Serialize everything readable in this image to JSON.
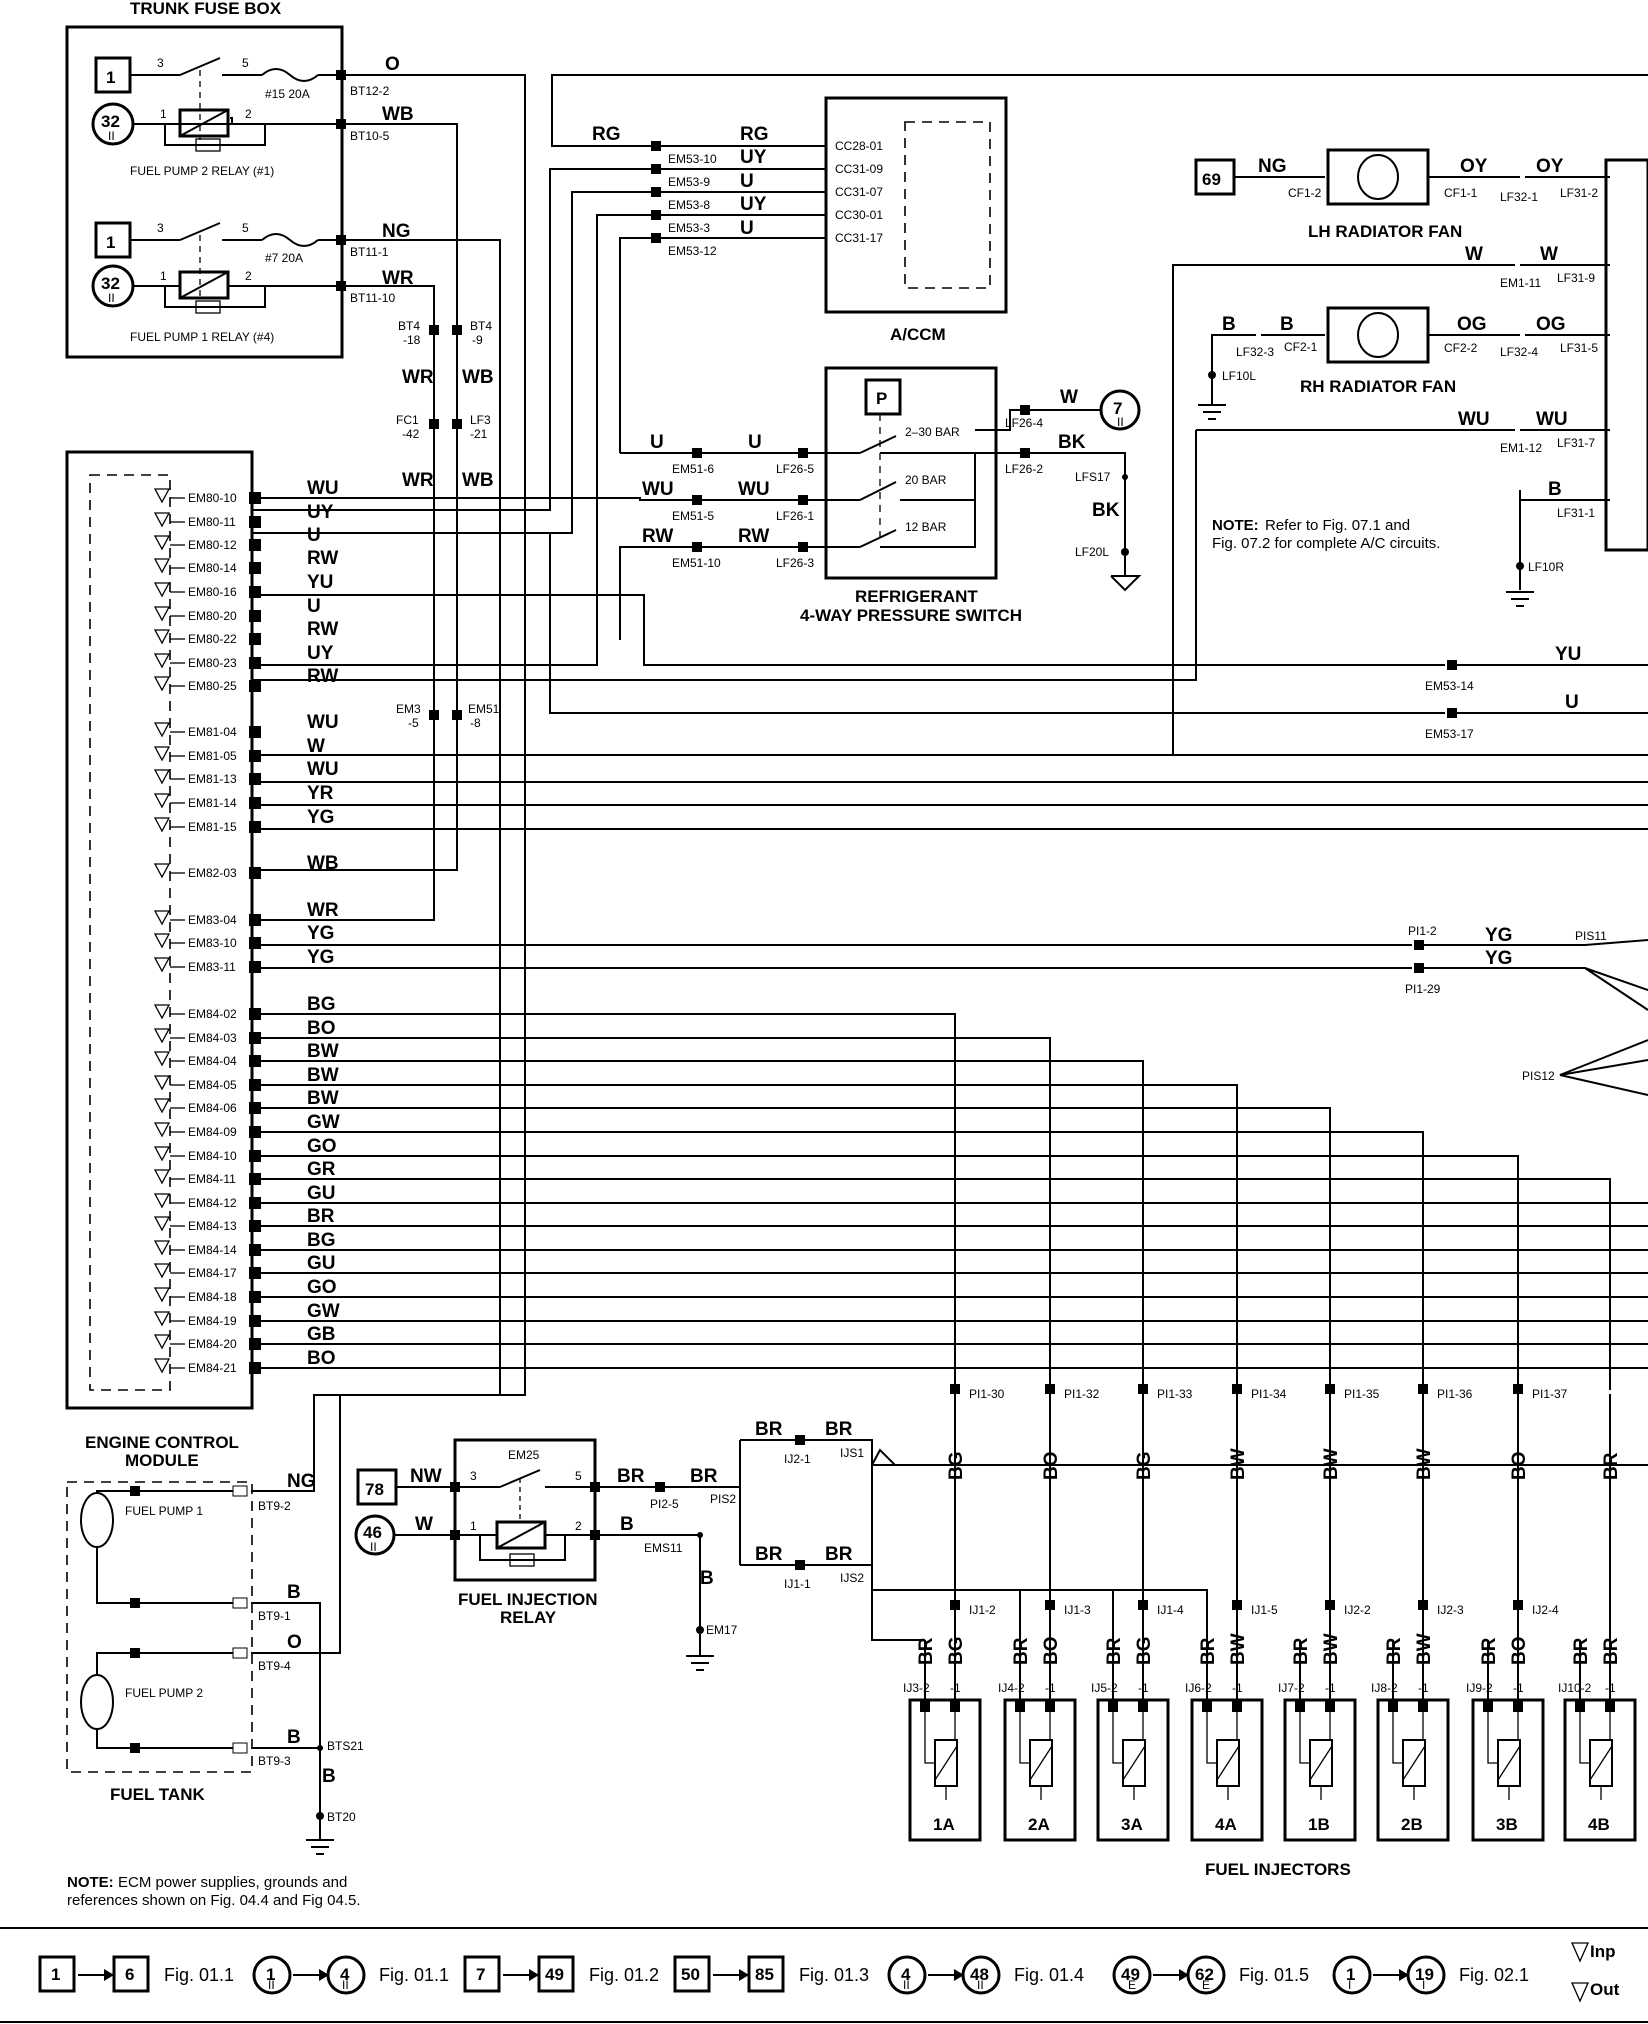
{
  "titles": {
    "trunk_fuse_box": "TRUNK FUSE BOX",
    "fuel_pump2_relay": "FUEL PUMP 2 RELAY (#1)",
    "fuel_pump1_relay": "FUEL PUMP 1 RELAY (#4)",
    "accm": "A/CCM",
    "lh_fan": "LH RADIATOR FAN",
    "rh_fan": "RH RADIATOR FAN",
    "pressure_switch_1": "REFRIGERANT",
    "pressure_switch_2": "4-WAY PRESSURE SWITCH",
    "ecm_1": "ENGINE CONTROL",
    "ecm_2": "MODULE",
    "fuel_injection_relay_1": "FUEL INJECTION",
    "fuel_injection_relay_2": "RELAY",
    "fuel_tank": "FUEL TANK",
    "fuel_injectors": "FUEL INJECTORS",
    "fuel_pump_1": "FUEL PUMP 1",
    "fuel_pump_2": "FUEL PUMP 2"
  },
  "notes": {
    "ac_note_bold": "NOTE:",
    "ac_note_1": "Refer to Fig. 07.1 and",
    "ac_note_2": "Fig. 07.2 for complete A/C circuits.",
    "ecm_note_bold": "NOTE:",
    "ecm_note_1": "ECM power supplies, grounds and",
    "ecm_note_2": "references shown on Fig. 04.4 and Fig 04.5."
  },
  "fuses": {
    "f15": "#15 20A",
    "f7": "#7 20A"
  },
  "ref_boxes": {
    "box1": "1",
    "box69": "69",
    "box78": "78"
  },
  "ref_circles": {
    "c32": "32",
    "c7": "7",
    "c46": "46",
    "sub": "II"
  },
  "pressure_switch": {
    "p_label": "P",
    "s1": "2–30 BAR",
    "s2": "20 BAR",
    "s3": "12 BAR"
  },
  "wire_colors": {
    "O": "O",
    "WB": "WB",
    "NG": "NG",
    "WR": "WR",
    "RG": "RG",
    "UY": "UY",
    "U": "U",
    "OY": "OY",
    "W": "W",
    "B": "B",
    "OG": "OG",
    "WU": "WU",
    "BK": "BK",
    "RW": "RW",
    "YU": "YU",
    "YR": "YR",
    "YG": "YG",
    "BG": "BG",
    "BO": "BO",
    "BW": "BW",
    "GW": "GW",
    "GO": "GO",
    "GR": "GR",
    "GU": "GU",
    "BR": "BR",
    "GB": "GB",
    "NW": "NW"
  },
  "ecm_pins": [
    "EM80-10",
    "EM80-11",
    "EM80-12",
    "EM80-14",
    "EM80-16",
    "EM80-20",
    "EM80-22",
    "EM80-23",
    "EM80-25",
    "EM81-04",
    "EM81-05",
    "EM81-13",
    "EM81-14",
    "EM81-15",
    "EM82-03",
    "EM83-04",
    "EM83-10",
    "EM83-11",
    "EM84-02",
    "EM84-03",
    "EM84-04",
    "EM84-05",
    "EM84-06",
    "EM84-09",
    "EM84-10",
    "EM84-11",
    "EM84-12",
    "EM84-13",
    "EM84-14",
    "EM84-17",
    "EM84-18",
    "EM84-19",
    "EM84-20",
    "EM84-21"
  ],
  "ecm_wire_colors": [
    "WU",
    "UY",
    "U",
    "RW",
    "YU",
    "U",
    "RW",
    "UY",
    "RW",
    "WU",
    "W",
    "WU",
    "YR",
    "YG",
    "WB",
    "WR",
    "YG",
    "YG",
    "BG",
    "BO",
    "BW",
    "BW",
    "BW",
    "GW",
    "GO",
    "GR",
    "GU",
    "BR",
    "BG",
    "GU",
    "GO",
    "GW",
    "GB",
    "BO"
  ],
  "connectors": {
    "BT12-2": "BT12-2",
    "BT10-5": "BT10-5",
    "BT11-1": "BT11-1",
    "BT11-10": "BT11-10",
    "BT4-18": "BT4",
    "BT4-18b": "-18",
    "BT4-9": "BT4",
    "BT4-9b": "-9",
    "FC1": "FC1",
    "FC1b": "-42",
    "LF3": "LF3",
    "LF3b": "-21",
    "EM3": "EM3",
    "EM3b": "-5",
    "EM51": "EM51",
    "EM51b": "-8",
    "EM53-10": "EM53-10",
    "EM53-9": "EM53-9",
    "EM53-8": "EM53-8",
    "EM53-3": "EM53-3",
    "EM53-12": "EM53-12",
    "CC28-01": "CC28-01",
    "CC31-09": "CC31-09",
    "CC31-07": "CC31-07",
    "CC30-01": "CC30-01",
    "CC31-17": "CC31-17",
    "EM51-6": "EM51-6",
    "EM51-5": "EM51-5",
    "EM51-10": "EM51-10",
    "LF26-5": "LF26-5",
    "LF26-1": "LF26-1",
    "LF26-3": "LF26-3",
    "LF26-4": "LF26-4",
    "LF26-2": "LF26-2",
    "LFS17": "LFS17",
    "LF20L": "LF20L",
    "LF10L": "LF10L",
    "LF10R": "LF10R",
    "CF1-2": "CF1-2",
    "CF1-1": "CF1-1",
    "LF32-1": "LF32-1",
    "LF31-2": "LF31-2",
    "EM1-11": "EM1-11",
    "LF31-9": "LF31-9",
    "LF32-3": "LF32-3",
    "CF2-1": "CF2-1",
    "CF2-2": "CF2-2",
    "LF32-4": "LF32-4",
    "LF31-5": "LF31-5",
    "EM1-12": "EM1-12",
    "LF31-7": "LF31-7",
    "LF31-1": "LF31-1",
    "EM53-14": "EM53-14",
    "EM53-17": "EM53-17",
    "PI1-2": "PI1-2",
    "PI1-29": "PI1-29",
    "PIS11": "PIS11",
    "PIS12": "PIS12",
    "BT9-2": "BT9-2",
    "BT9-1": "BT9-1",
    "BT9-4": "BT9-4",
    "BT9-3": "BT9-3",
    "BTS21": "BTS21",
    "BT20": "BT20",
    "EM25": "EM25",
    "PI2-5": "PI2-5",
    "PIS2": "PIS2",
    "EMS11": "EMS11",
    "EM17": "EM17",
    "IJ2-1": "IJ2-1",
    "IJS1": "IJS1",
    "IJ1-1": "IJ1-1",
    "IJS2": "IJS2"
  },
  "injector_top_conns": [
    "PI1-30",
    "PI1-32",
    "PI1-33",
    "PI1-34",
    "PI1-35",
    "PI1-36",
    "PI1-37"
  ],
  "injector_top_colors": [
    "BG",
    "BO",
    "BG",
    "BW",
    "BW",
    "BW",
    "BO",
    "BR"
  ],
  "injector_low_conns": [
    "IJ1-2",
    "IJ1-3",
    "IJ1-4",
    "IJ1-5",
    "IJ2-2",
    "IJ2-3",
    "IJ2-4"
  ],
  "injector_plug_conns": [
    "IJ3-2",
    "IJ4-2",
    "IJ5-2",
    "IJ6-2",
    "IJ7-2",
    "IJ8-2",
    "IJ9-2",
    "IJ10-2"
  ],
  "injector_names": [
    "1A",
    "2A",
    "3A",
    "4A",
    "1B",
    "2B",
    "3B",
    "4B"
  ],
  "legend": [
    {
      "from": "1",
      "to": "6",
      "fig": "Fig. 01.1",
      "shape": "box"
    },
    {
      "from": "1",
      "to": "4",
      "fig": "Fig. 01.1",
      "shape": "circle",
      "sub": "II"
    },
    {
      "from": "7",
      "to": "49",
      "fig": "Fig. 01.2",
      "shape": "box"
    },
    {
      "from": "50",
      "to": "85",
      "fig": "Fig. 01.3",
      "shape": "box"
    },
    {
      "from": "4",
      "to": "48",
      "fig": "Fig. 01.4",
      "shape": "circle",
      "sub": "II"
    },
    {
      "from": "49",
      "to": "62",
      "fig": "Fig. 01.5",
      "shape": "circle",
      "sub": "E"
    },
    {
      "from": "1",
      "to": "19",
      "fig": "Fig. 02.1",
      "shape": "circle",
      "sub": "I"
    }
  ],
  "legend_right": {
    "inp": "Inp",
    "out": "Out"
  }
}
